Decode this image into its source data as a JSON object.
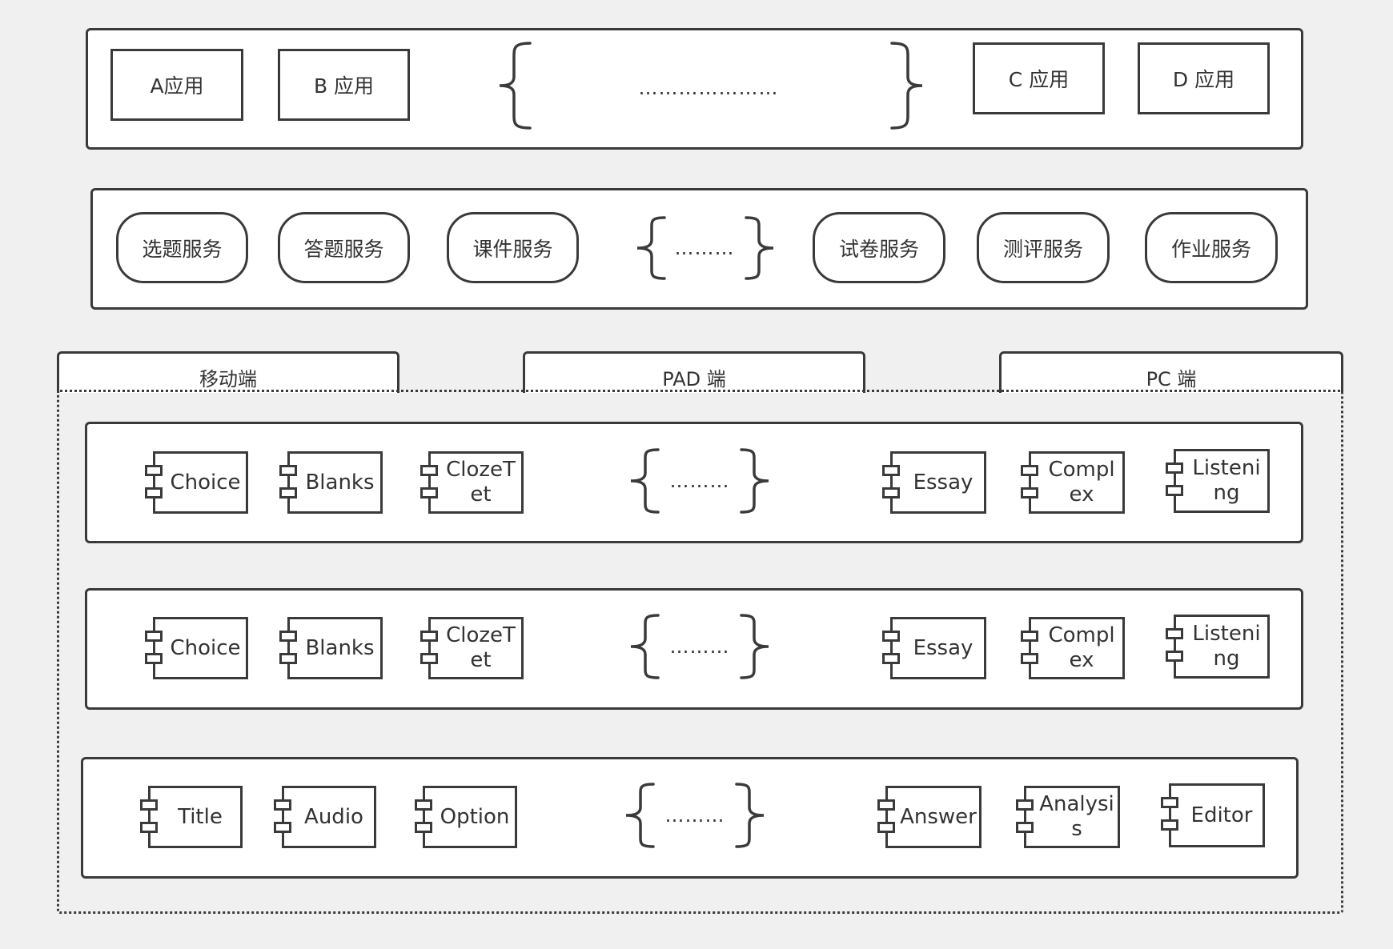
{
  "apps_row": {
    "left": [
      "A应用",
      "B 应用"
    ],
    "ellipsis": "…………………",
    "right": [
      "C 应用",
      "D 应用"
    ]
  },
  "services_row": {
    "left": [
      "选题服务",
      "答题服务",
      "课件服务"
    ],
    "ellipsis": "………",
    "right": [
      "试卷服务",
      "测评服务",
      "作业服务"
    ]
  },
  "tabs": [
    "移动端",
    "PAD 端",
    "PC 端"
  ],
  "component_rows": [
    {
      "left": [
        "Choice",
        "Blanks",
        "ClozeTet"
      ],
      "ellipsis": "………",
      "right": [
        "Essay",
        "Complex",
        "Listening"
      ]
    },
    {
      "left": [
        "Choice",
        "Blanks",
        "ClozeTet"
      ],
      "ellipsis": "………",
      "right": [
        "Essay",
        "Complex",
        "Listening"
      ]
    },
    {
      "left": [
        "Title",
        "Audio",
        "Option"
      ],
      "ellipsis": "………",
      "right": [
        "Answer",
        "Analysis",
        "Editor"
      ]
    }
  ]
}
